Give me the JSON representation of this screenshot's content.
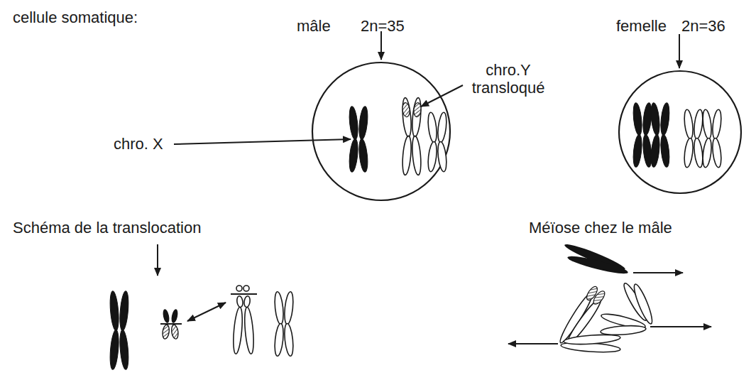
{
  "diagram": {
    "labels": [
      "cellule somatique:",
      "mâle",
      "2n=35",
      "femelle",
      "2n=36",
      "chro.Y transloqué",
      "chro. X",
      "Schéma de la translocation",
      "Méïose chez le mâle"
    ]
  }
}
